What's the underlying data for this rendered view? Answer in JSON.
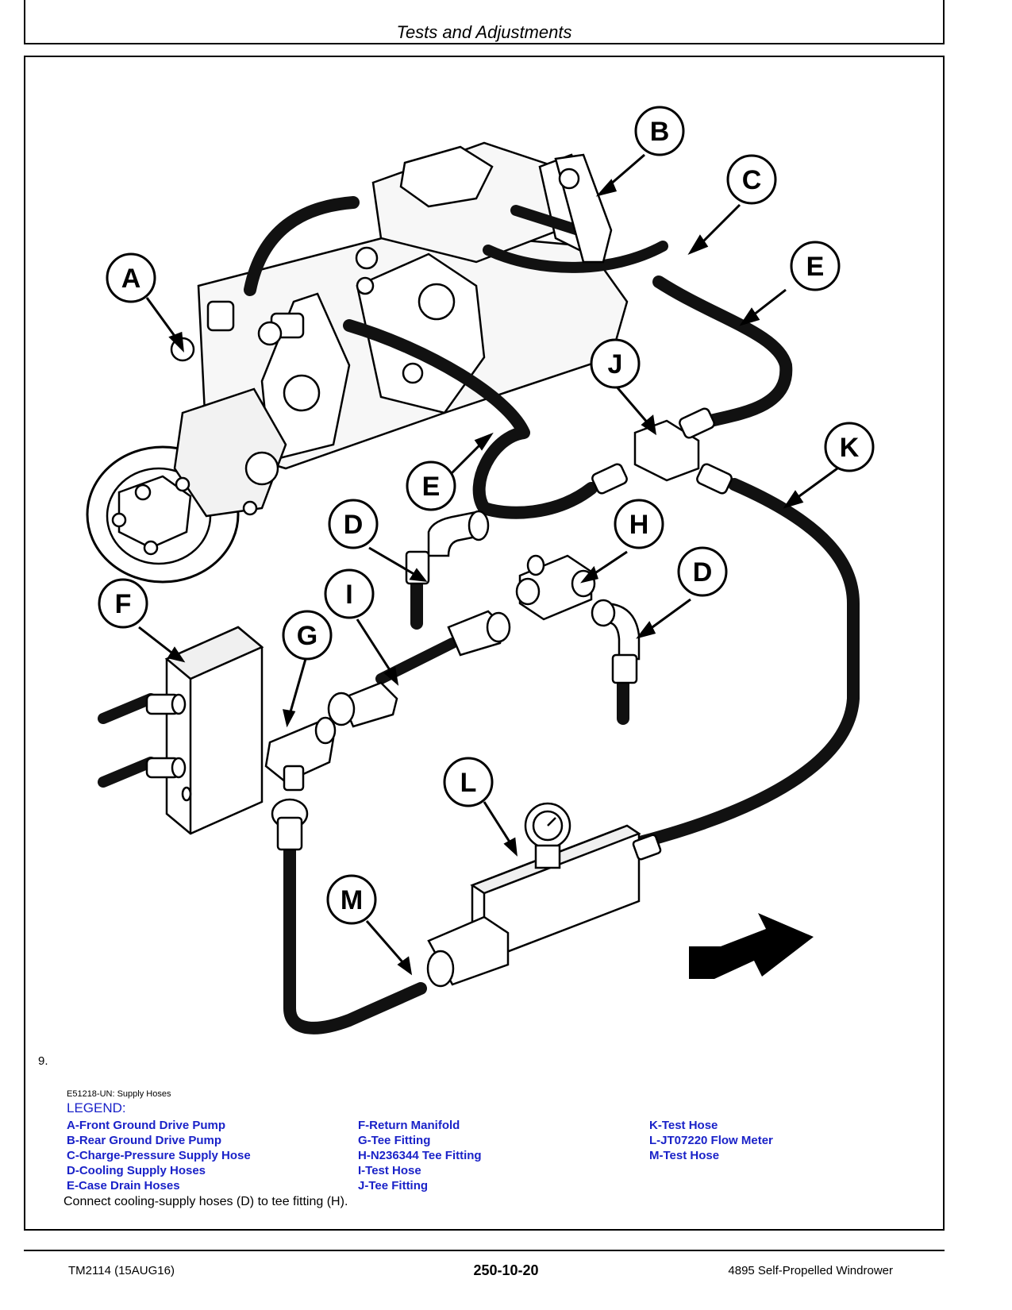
{
  "header": {
    "title": "Tests and Adjustments"
  },
  "figure": {
    "callouts": [
      "B",
      "C",
      "A",
      "E",
      "J",
      "K",
      "E",
      "D",
      "H",
      "D",
      "F",
      "I",
      "G",
      "L",
      "M"
    ]
  },
  "step": {
    "number": "9."
  },
  "caption": "E51218-UN: Supply Hoses",
  "legend": {
    "title": "LEGEND:",
    "col1": [
      "A-Front Ground Drive Pump",
      "B-Rear Ground Drive Pump",
      "C-Charge-Pressure Supply Hose",
      "D-Cooling Supply Hoses",
      "E-Case Drain Hoses"
    ],
    "col2": [
      "F-Return Manifold",
      "G-Tee Fitting",
      "H-N236344 Tee Fitting",
      "I-Test Hose",
      "J-Tee Fitting"
    ],
    "col3": [
      "K-Test Hose",
      "L-JT07220 Flow Meter",
      "M-Test Hose"
    ]
  },
  "instruction": "Connect cooling-supply hoses (D) to tee fitting (H).",
  "footer": {
    "left": "TM2114 (15AUG16)",
    "center": "250-10-20",
    "right": "4895 Self-Propelled Windrower"
  }
}
